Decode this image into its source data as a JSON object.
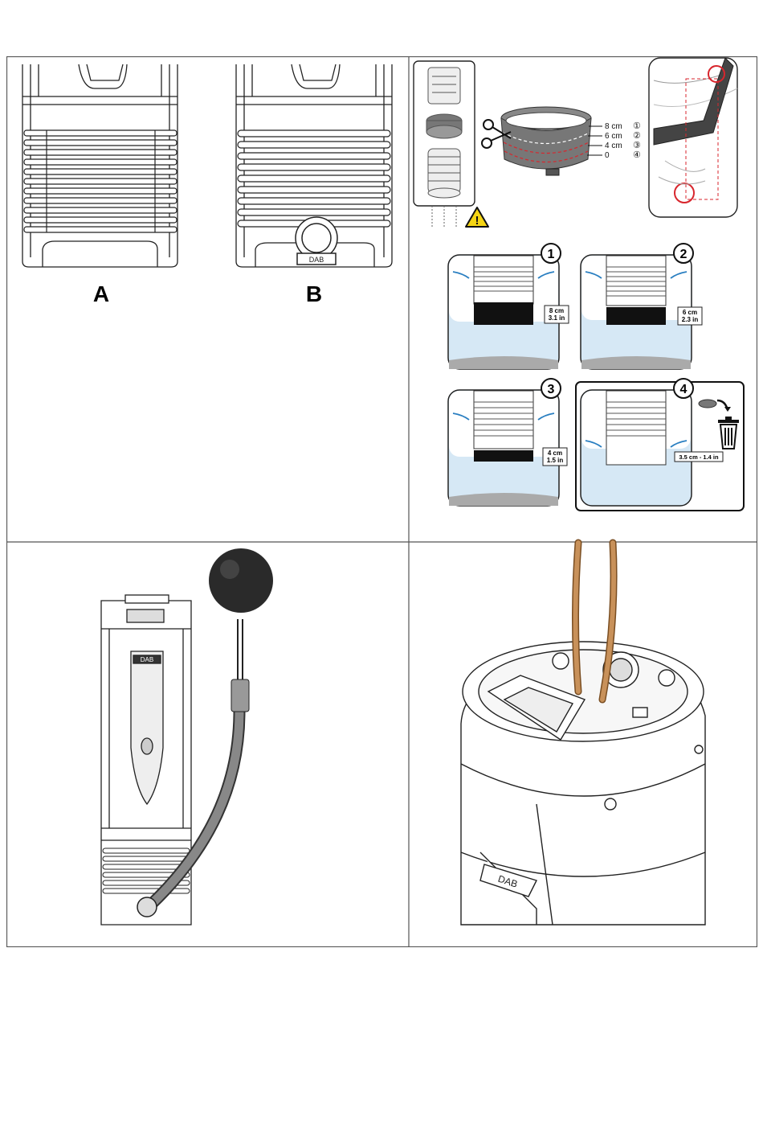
{
  "panel1": {
    "label_a": "A",
    "label_b": "B"
  },
  "panel2": {
    "ring_levels": [
      {
        "text": "8 cm",
        "num": "①"
      },
      {
        "text": "6 cm",
        "num": "②"
      },
      {
        "text": "4 cm",
        "num": "③"
      },
      {
        "text": "0",
        "num": "④"
      }
    ],
    "steps": [
      {
        "num": "1",
        "dim1": "8 cm",
        "dim2": "3.1 in"
      },
      {
        "num": "2",
        "dim1": "6 cm",
        "dim2": "2.3 in"
      },
      {
        "num": "3",
        "dim1": "4 cm",
        "dim2": "1.5 in"
      },
      {
        "num": "4",
        "dim1": "3.5 cm - 1.4 in",
        "dim2": ""
      }
    ],
    "warning_symbol": "!"
  },
  "panel3": {
    "brand": "DAB"
  },
  "panel4": {
    "brand": "DAB"
  },
  "colors": {
    "border": "#555555",
    "water": "#d6e8f5",
    "arrow": "#2a7fc1",
    "rope": "#c8915a",
    "red": "#d8262d",
    "float_ball": "#2a2a2a"
  }
}
